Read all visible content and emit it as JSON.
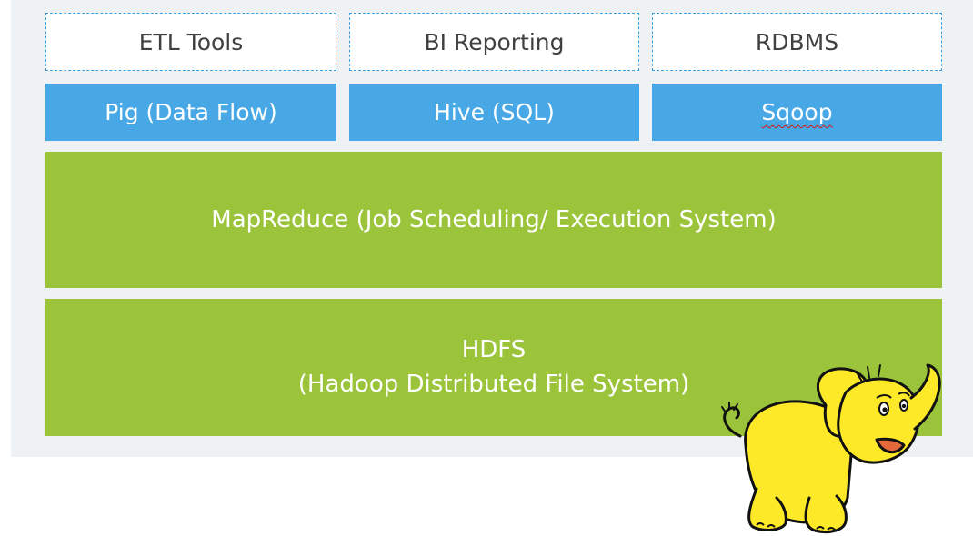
{
  "top_row": [
    {
      "label": "ETL Tools"
    },
    {
      "label": "BI Reporting"
    },
    {
      "label": "RDBMS"
    }
  ],
  "middle_row": [
    {
      "label": "Pig (Data Flow)"
    },
    {
      "label": "Hive (SQL)"
    },
    {
      "label": "Sqoop"
    }
  ],
  "mapreduce": {
    "label": "MapReduce (Job Scheduling/ Execution System)"
  },
  "hdfs": {
    "line1": "HDFS",
    "line2": "(Hadoop Distributed File System)"
  },
  "colors": {
    "background": "#eef2f5",
    "dashed_border": "#3aa0e3",
    "blue_fill": "#48a8e6",
    "green_fill": "#9bc43b",
    "elephant_fill": "#fde927"
  },
  "logo": {
    "name": "hadoop-elephant-logo"
  }
}
